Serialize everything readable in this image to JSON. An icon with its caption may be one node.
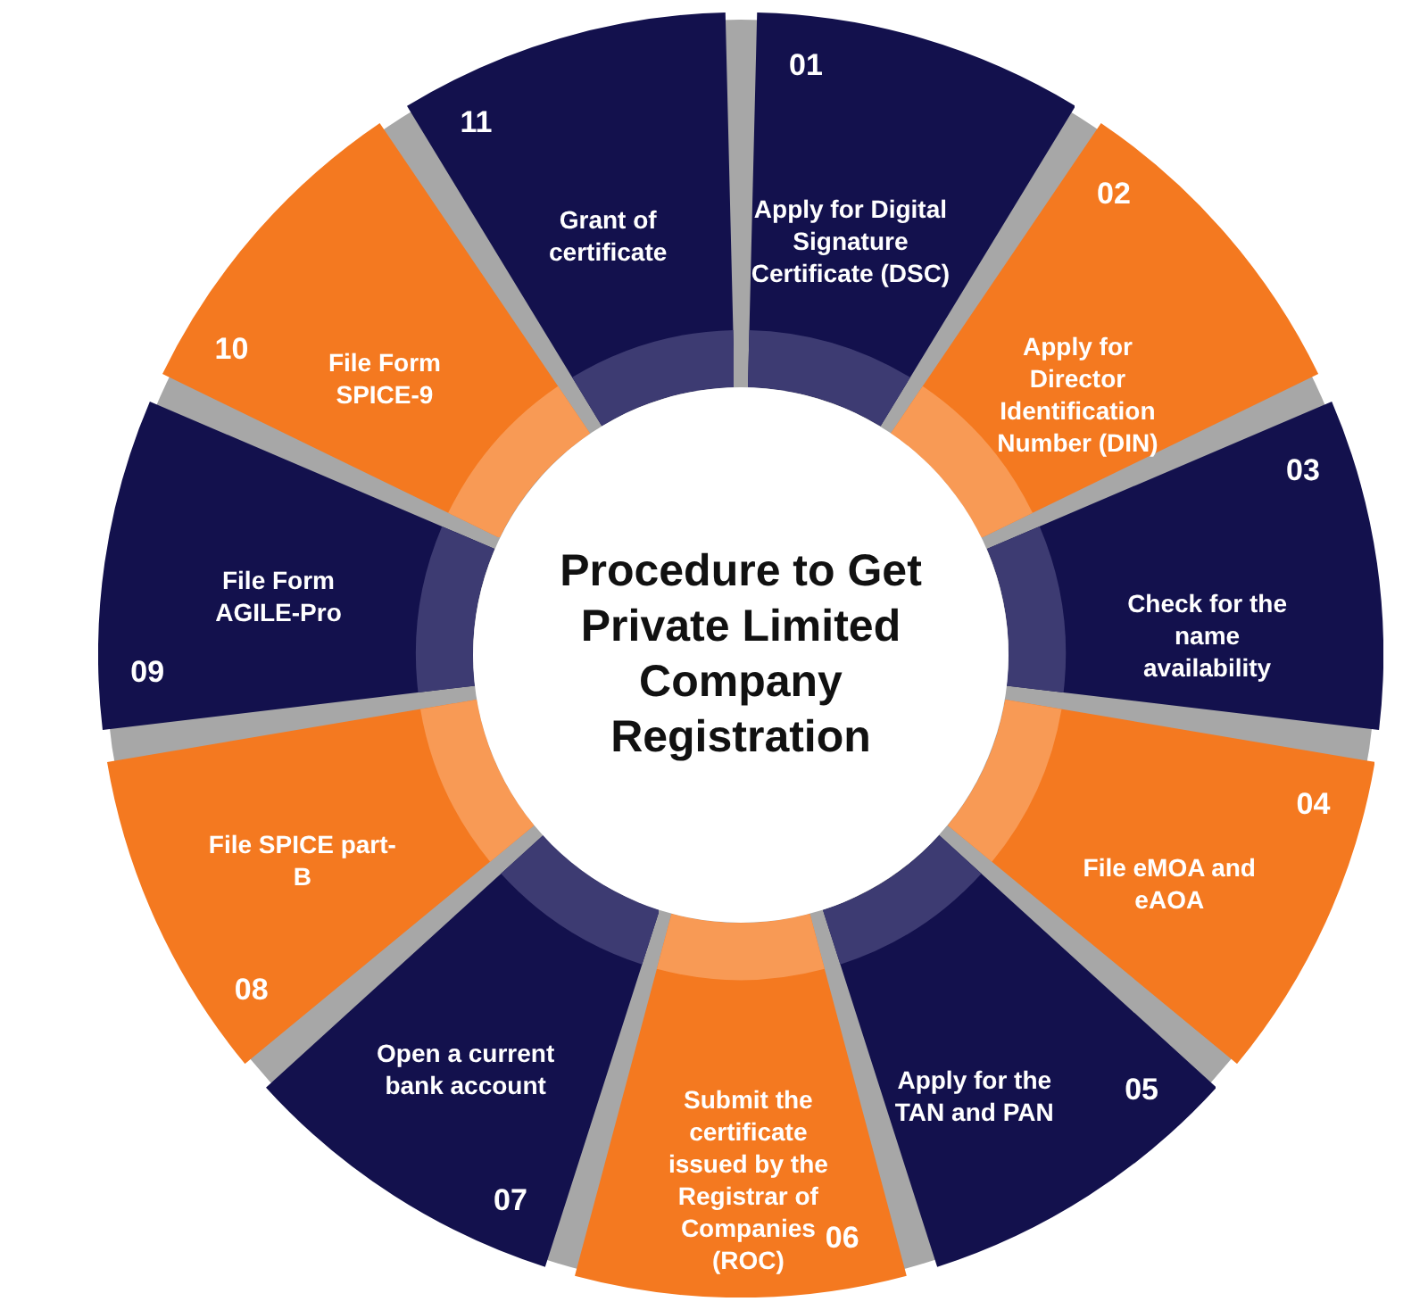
{
  "diagram": {
    "nodes": [
      {
        "text": [
          "Procedure to Get Private Limited Company Registration"
        ]
      },
      {
        "text": [
          "01",
          "Apply for Digital Signature Certificate (DSC)"
        ]
      },
      {
        "text": [
          "02",
          "Apply for Director Identification Number (DIN)"
        ]
      },
      {
        "text": [
          "03",
          "Check for the name availability"
        ]
      },
      {
        "text": [
          "04",
          "File eMOA and eAOA"
        ]
      },
      {
        "text": [
          "Apply for the TAN and PAN",
          "05"
        ]
      },
      {
        "text": [
          "Submit the certificate issued by the Registrar of Companies (ROC)",
          "06"
        ]
      },
      {
        "text": [
          "Open a current bank account",
          "07"
        ]
      },
      {
        "text": [
          "File SPICE part-B",
          "08"
        ]
      },
      {
        "text": [
          "File Form AGILE-Pro",
          "09"
        ]
      },
      {
        "text": [
          "10",
          "File Form SPICE-9"
        ]
      },
      {
        "text": [
          "11",
          "Grant of certificate"
        ]
      }
    ]
  }
}
